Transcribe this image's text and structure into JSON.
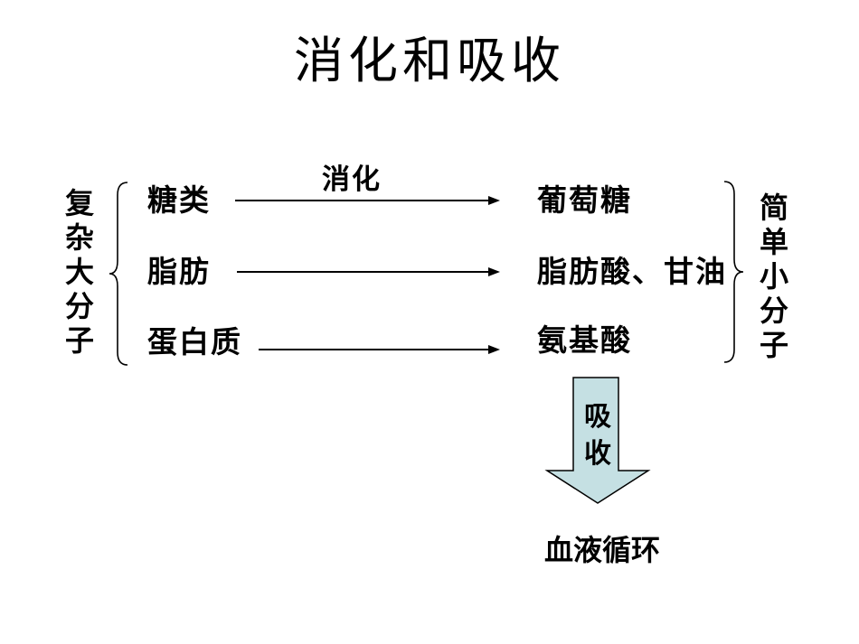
{
  "slide": {
    "title": "消化和吸收",
    "digestion_flow": {
      "left_group_label": "复杂大分子",
      "right_group_label": "简单小分子",
      "process_label": "消化",
      "rows": [
        {
          "substrate": "糖类",
          "product": "葡萄糖"
        },
        {
          "substrate": "脂肪",
          "product": "脂肪酸、甘油"
        },
        {
          "substrate": "蛋白质",
          "product": "氨基酸"
        }
      ]
    },
    "absorption": {
      "arrow_label": "吸收",
      "destination": "血液循环"
    },
    "colors": {
      "background": "#ffffff",
      "text": "#000000",
      "absorb_arrow_fill": "#c5e0e3",
      "absorb_arrow_stroke": "#000000"
    }
  }
}
